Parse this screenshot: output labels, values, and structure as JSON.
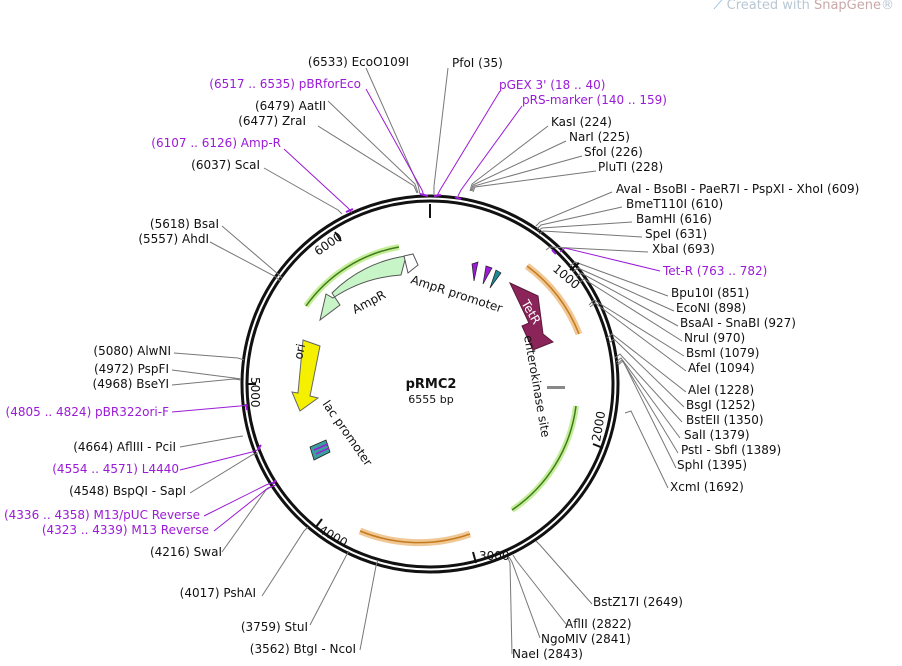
{
  "watermark": {
    "prefix": "Created with ",
    "brand": "SnapGene",
    "reg": "®"
  },
  "plasmid": {
    "name": "pRMC2",
    "length": "6555 bp"
  },
  "ticks": [
    "1000",
    "2000",
    "3000",
    "4000",
    "5000",
    "6000"
  ],
  "sites": [
    {
      "label": "(6533)  EcoO109I"
    },
    {
      "label": "PfoI  (35)"
    },
    {
      "label": "(6479)  AatII"
    },
    {
      "label": "(6477)  ZraI"
    },
    {
      "label": "KasI  (224)"
    },
    {
      "label": "NarI  (225)"
    },
    {
      "label": "SfoI  (226)"
    },
    {
      "label": "PluTI  (228)"
    },
    {
      "label": "(6037)  ScaI"
    },
    {
      "label": "AvaI - BsoBI - PaeR7I - PspXI - XhoI  (609)"
    },
    {
      "label": "BmeT110I  (610)"
    },
    {
      "label": "BamHI  (616)"
    },
    {
      "label": "SpeI  (631)"
    },
    {
      "label": "XbaI  (693)"
    },
    {
      "label": "(5618)  BsaI"
    },
    {
      "label": "(5557)  AhdI"
    },
    {
      "label": "Bpu10I  (851)"
    },
    {
      "label": "EcoNI  (898)"
    },
    {
      "label": "BsaAI - SnaBI  (927)"
    },
    {
      "label": "NruI  (970)"
    },
    {
      "label": "BsmI  (1079)"
    },
    {
      "label": "AfeI  (1094)"
    },
    {
      "label": "(5080)  AlwNI"
    },
    {
      "label": "(4972)  PspFI"
    },
    {
      "label": "(4968)  BseYI"
    },
    {
      "label": "AleI  (1228)"
    },
    {
      "label": "BsgI  (1252)"
    },
    {
      "label": "BstEII  (1350)"
    },
    {
      "label": "SalI  (1379)"
    },
    {
      "label": "PstI - SbfI  (1389)"
    },
    {
      "label": "SphI  (1395)"
    },
    {
      "label": "(4664)  AflIII - PciI"
    },
    {
      "label": "XcmI  (1692)"
    },
    {
      "label": "(4548)  BspQI - SapI"
    },
    {
      "label": "(4216)  SwaI"
    },
    {
      "label": "(4017)  PshAI"
    },
    {
      "label": "(3759)  StuI"
    },
    {
      "label": "(3562)  BtgI - NcoI"
    },
    {
      "label": "BstZ17I  (2649)"
    },
    {
      "label": "AflII  (2822)"
    },
    {
      "label": "NgoMIV  (2841)"
    },
    {
      "label": "NaeI  (2843)"
    }
  ],
  "primers": [
    {
      "label": "(6517 .. 6535)  pBRforEco"
    },
    {
      "label": "pGEX 3'  (18 .. 40)"
    },
    {
      "label": "pRS-marker  (140 .. 159)"
    },
    {
      "label": "(6107 .. 6126)  Amp-R"
    },
    {
      "label": "Tet-R  (763 .. 782)"
    },
    {
      "label": "(4805 .. 4824)  pBR322ori-F"
    },
    {
      "label": "(4554 .. 4571)  L4440"
    },
    {
      "label": "(4336 .. 4358)  M13/pUC Reverse"
    },
    {
      "label": "(4323 .. 4339)  M13 Reverse"
    }
  ],
  "features": {
    "ampr": "AmpR",
    "ampr_promoter": "AmpR promoter",
    "tetr": "TetR",
    "ori": "ori",
    "enterokinase": "enterokinase site",
    "lac_promoter": "lac promoter"
  },
  "colors": {
    "primer": "#9b1bd6",
    "ampr": "#c8f5c8",
    "tetr": "#8b2559",
    "ori": "#f5f000",
    "orange": "#f0c896",
    "green": "#9ed86a"
  }
}
